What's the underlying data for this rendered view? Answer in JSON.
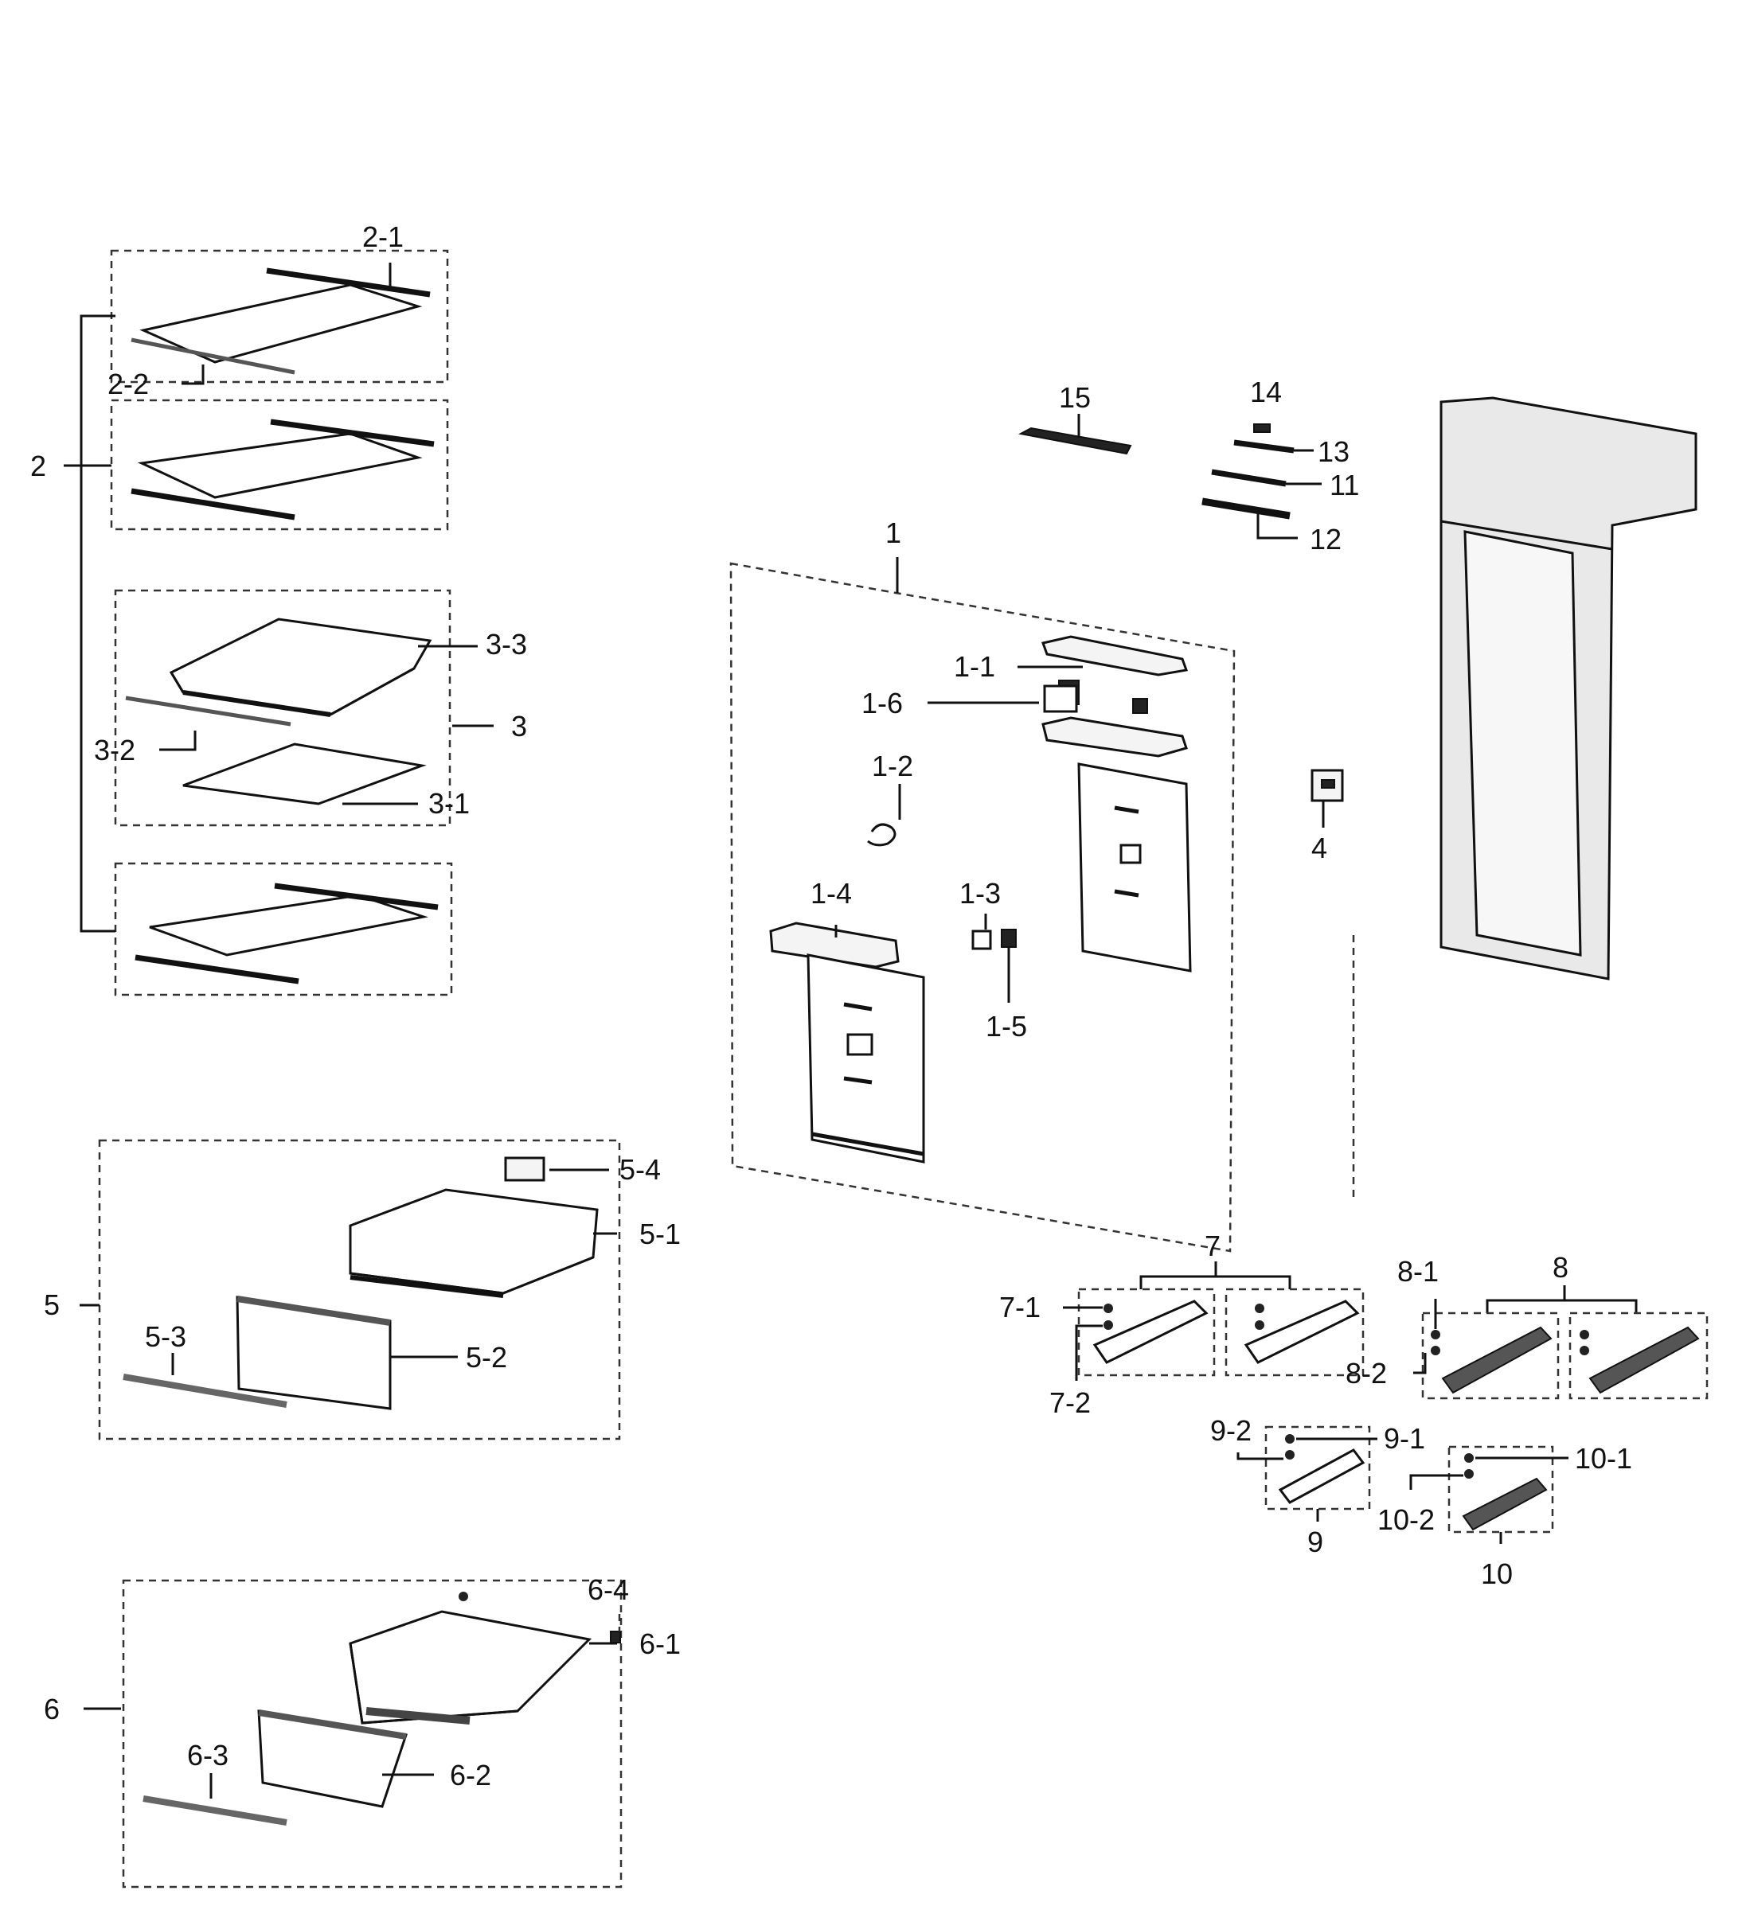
{
  "labels": {
    "p2_1": "2-1",
    "p2_2": "2-2",
    "p2": "2",
    "p3_3": "3-3",
    "p3_2": "3-2",
    "p3": "3",
    "p3_1": "3-1",
    "p1": "1",
    "p1_1": "1-1",
    "p1_6": "1-6",
    "p1_2": "1-2",
    "p1_3": "1-3",
    "p1_4": "1-4",
    "p1_5": "1-5",
    "p15": "15",
    "p14": "14",
    "p13": "13",
    "p11": "11",
    "p12": "12",
    "p4": "4",
    "p5_4": "5-4",
    "p5_1": "5-1",
    "p5": "5",
    "p5_3": "5-3",
    "p5_2": "5-2",
    "p6_4": "6-4",
    "p6_1": "6-1",
    "p6": "6",
    "p6_3": "6-3",
    "p6_2": "6-2",
    "p7": "7",
    "p7_1": "7-1",
    "p7_2": "7-2",
    "p8": "8",
    "p8_1": "8-1",
    "p8_2": "8-2",
    "p9_2": "9-2",
    "p9_1": "9-1",
    "p9": "9",
    "p10_1": "10-1",
    "p10_2": "10-2",
    "p10": "10"
  }
}
